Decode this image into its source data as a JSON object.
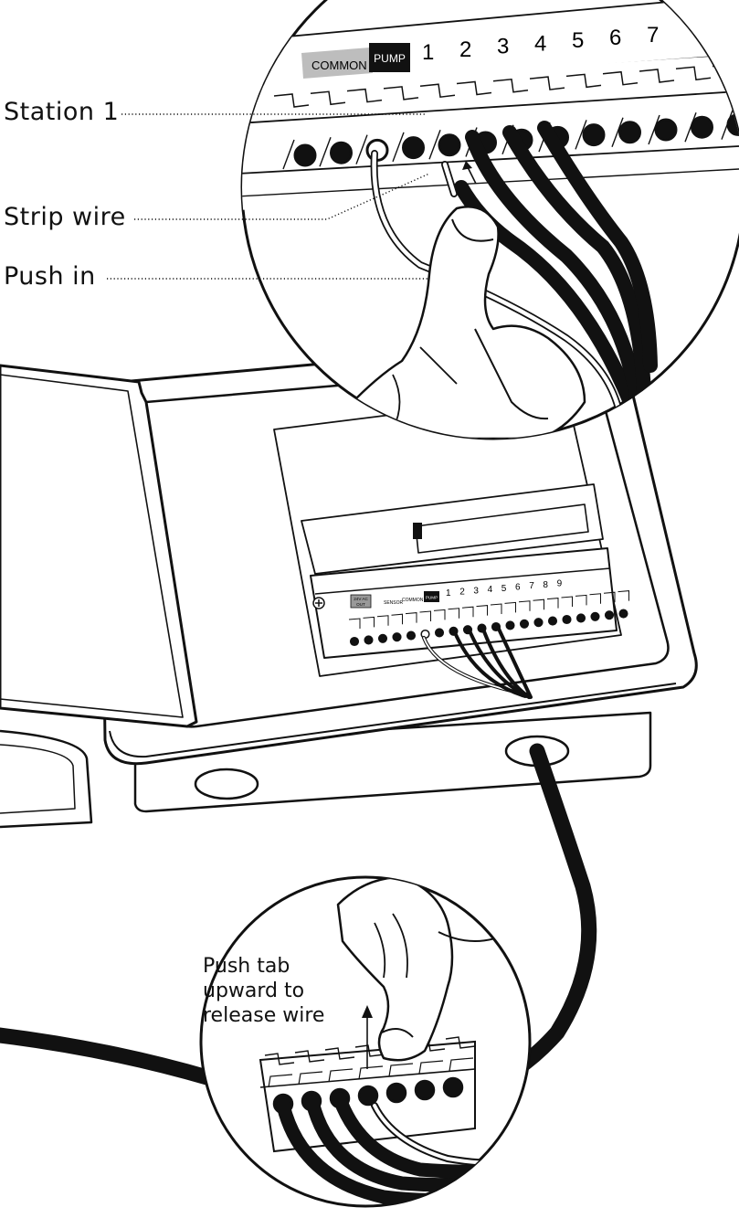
{
  "callouts": {
    "station1": "Station 1",
    "strip_wire": "Strip wire",
    "push_in": "Push in",
    "release_line1": "Push tab",
    "release_line2": "upward to",
    "release_line3": "release wire"
  },
  "terminal_top": {
    "common": "COMMON",
    "pump": "PUMP",
    "stations": [
      "1",
      "2",
      "3",
      "4",
      "5",
      "6",
      "7"
    ]
  },
  "terminal_box": {
    "ac_out_line1": "24V AC",
    "ac_out_line2": "OUT",
    "sensor": "SENSOR",
    "common": "COMMON",
    "pump": "PUMP",
    "stations": [
      "1",
      "2",
      "3",
      "4",
      "5",
      "6",
      "7",
      "8",
      "9"
    ]
  },
  "icons": {
    "screw": "screw-icon",
    "arrow": "arrow-up-icon",
    "hand": "hand-icon"
  }
}
